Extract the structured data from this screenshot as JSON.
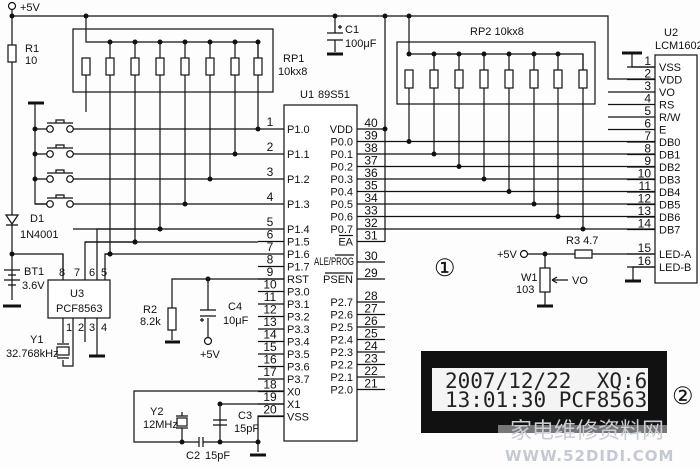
{
  "power": {
    "vcc": "+5V"
  },
  "r1": {
    "ref": "R1",
    "value": "10"
  },
  "d1": {
    "ref": "D1",
    "value": "1N4001"
  },
  "bt1": {
    "ref": "BT1",
    "value": "3.6V"
  },
  "c1": {
    "ref": "C1",
    "value": "100μF"
  },
  "rp1": {
    "ref": "RP1",
    "value": "10kx8"
  },
  "rp2": {
    "label": "RP2  10kx8"
  },
  "u1": {
    "ref": "U1",
    "part": "89S51",
    "left_pins": [
      {
        "num": "1",
        "name": "P1.0"
      },
      {
        "num": "2",
        "name": "P1.1"
      },
      {
        "num": "3",
        "name": "P1.2"
      },
      {
        "num": "4",
        "name": "P1.3"
      },
      {
        "num": "5",
        "name": "P1.4"
      },
      {
        "num": "6",
        "name": "P1.5"
      },
      {
        "num": "7",
        "name": "P1.6"
      },
      {
        "num": "8",
        "name": "P1.7"
      },
      {
        "num": "9",
        "name": "RST"
      },
      {
        "num": "10",
        "name": "P3.0"
      },
      {
        "num": "11",
        "name": "P3.1"
      },
      {
        "num": "12",
        "name": "P3.2"
      },
      {
        "num": "13",
        "name": "P3.3"
      },
      {
        "num": "14",
        "name": "P3.4"
      },
      {
        "num": "15",
        "name": "P3.5"
      },
      {
        "num": "16",
        "name": "P3.6"
      },
      {
        "num": "17",
        "name": "P3.7"
      },
      {
        "num": "18",
        "name": "X0"
      },
      {
        "num": "19",
        "name": "X1"
      },
      {
        "num": "20",
        "name": "VSS"
      }
    ],
    "right_pins": [
      {
        "num": "40",
        "name": "VDD"
      },
      {
        "num": "39",
        "name": "P0.0"
      },
      {
        "num": "38",
        "name": "P0.1"
      },
      {
        "num": "37",
        "name": "P0.2"
      },
      {
        "num": "36",
        "name": "P0.3"
      },
      {
        "num": "35",
        "name": "P0.4"
      },
      {
        "num": "34",
        "name": "P0.5"
      },
      {
        "num": "33",
        "name": "P0.6"
      },
      {
        "num": "32",
        "name": "P0.7"
      },
      {
        "num": "31",
        "name": "EA"
      },
      {
        "num": "30",
        "name": "ALE/PROG"
      },
      {
        "num": "29",
        "name": "PSEN"
      },
      {
        "num": "28",
        "name": "P2.7"
      },
      {
        "num": "27",
        "name": "P2.6"
      },
      {
        "num": "26",
        "name": "P2.5"
      },
      {
        "num": "25",
        "name": "P2.4"
      },
      {
        "num": "24",
        "name": "P2.3"
      },
      {
        "num": "23",
        "name": "P2.2"
      },
      {
        "num": "22",
        "name": "P2.1"
      },
      {
        "num": "21",
        "name": "P2.0"
      }
    ]
  },
  "u2": {
    "ref": "U2",
    "part": "LCM1602",
    "pins": [
      {
        "num": "1",
        "name": "VSS"
      },
      {
        "num": "2",
        "name": "VDD"
      },
      {
        "num": "3",
        "name": "VO"
      },
      {
        "num": "4",
        "name": "RS"
      },
      {
        "num": "5",
        "name": "R/W"
      },
      {
        "num": "6",
        "name": "E"
      },
      {
        "num": "7",
        "name": "DB0"
      },
      {
        "num": "8",
        "name": "DB1"
      },
      {
        "num": "9",
        "name": "DB2"
      },
      {
        "num": "10",
        "name": "DB3"
      },
      {
        "num": "11",
        "name": "DB4"
      },
      {
        "num": "12",
        "name": "DB5"
      },
      {
        "num": "13",
        "name": "DB6"
      },
      {
        "num": "14",
        "name": "DB7"
      },
      {
        "num": "15",
        "name": "LED-A"
      },
      {
        "num": "16",
        "name": "LED-B"
      }
    ]
  },
  "u3": {
    "ref": "U3",
    "part": "PCF8563",
    "top_pins": [
      "8",
      "7",
      "6",
      "5"
    ],
    "bottom_pins": [
      "1",
      "2",
      "3",
      "4"
    ]
  },
  "y1": {
    "ref": "Y1",
    "value": "32.768kHz"
  },
  "r2": {
    "ref": "R2",
    "value": "8.2k"
  },
  "c4": {
    "ref": "C4",
    "value": "10μF",
    "supply": "+5V"
  },
  "y2": {
    "ref": "Y2",
    "value": "12MHz"
  },
  "c2": {
    "ref": "C2",
    "value": "15pF"
  },
  "c3": {
    "ref": "C3",
    "value": "15pF"
  },
  "r3": {
    "label": "R3  4.7",
    "supply": "+5V"
  },
  "w1": {
    "ref": "W1",
    "value": "103",
    "wiper": "VO"
  },
  "figure_labels": {
    "one": "①",
    "two": "②"
  },
  "lcd_display": {
    "line1": "2007/12/22  XQ:6",
    "line2": "13:01:30 PCF8563"
  },
  "watermark": {
    "cn": "家电维修资料网",
    "url": "WWW.52DIDI.COM"
  }
}
